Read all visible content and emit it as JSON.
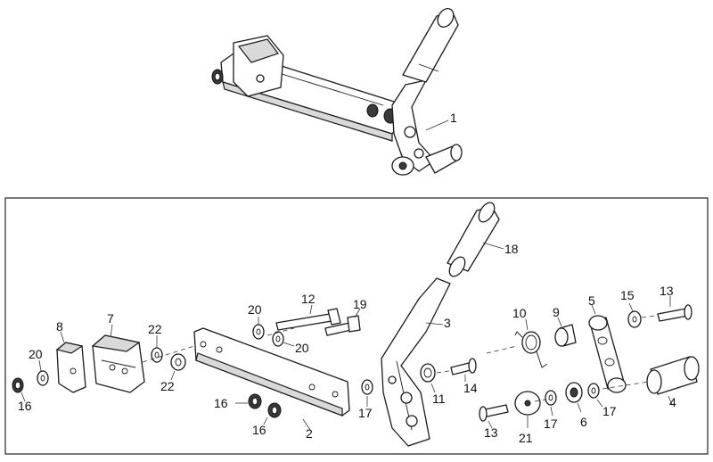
{
  "assembly": {
    "label": "1"
  },
  "callouts": [
    {
      "id": "c1",
      "text": "1"
    },
    {
      "id": "c18",
      "text": "18"
    },
    {
      "id": "c3",
      "text": "3"
    },
    {
      "id": "c12",
      "text": "12"
    },
    {
      "id": "c19",
      "text": "19"
    },
    {
      "id": "c20a",
      "text": "20"
    },
    {
      "id": "c20b",
      "text": "20"
    },
    {
      "id": "c10",
      "text": "10"
    },
    {
      "id": "c9",
      "text": "9"
    },
    {
      "id": "c5",
      "text": "5"
    },
    {
      "id": "c15",
      "text": "15"
    },
    {
      "id": "c13a",
      "text": "13"
    },
    {
      "id": "c8",
      "text": "8"
    },
    {
      "id": "c7",
      "text": "7"
    },
    {
      "id": "c22a",
      "text": "22"
    },
    {
      "id": "c22b",
      "text": "22"
    },
    {
      "id": "c20c",
      "text": "20"
    },
    {
      "id": "c16a",
      "text": "16"
    },
    {
      "id": "c16b",
      "text": "16"
    },
    {
      "id": "c16c",
      "text": "16"
    },
    {
      "id": "c2",
      "text": "2"
    },
    {
      "id": "c17a",
      "text": "17"
    },
    {
      "id": "c11",
      "text": "11"
    },
    {
      "id": "c14",
      "text": "14"
    },
    {
      "id": "c4",
      "text": "4"
    },
    {
      "id": "c17b",
      "text": "17"
    },
    {
      "id": "c6",
      "text": "6"
    },
    {
      "id": "c17c",
      "text": "17"
    },
    {
      "id": "c21",
      "text": "21"
    },
    {
      "id": "c13b",
      "text": "13"
    }
  ]
}
